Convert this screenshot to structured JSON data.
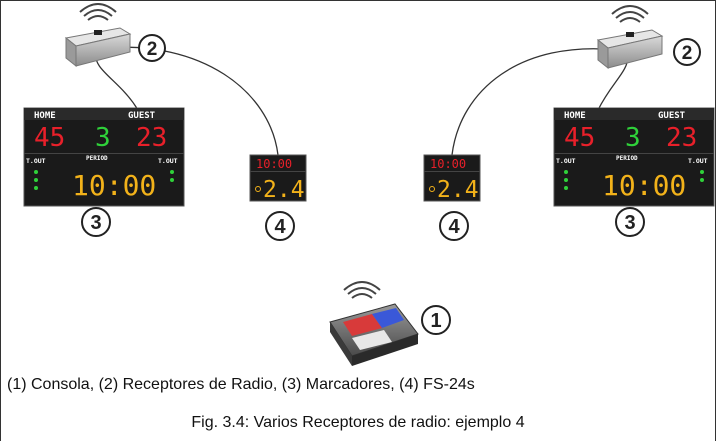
{
  "figure": {
    "legend_text": "(1) Consola, (2) Receptores de Radio, (3) Marcadores, (4) FS-24s",
    "caption": "Fig. 3.4: Varios Receptores de radio: ejemplo 4"
  },
  "callouts": {
    "console": "1",
    "receiver": "2",
    "scoreboard": "3",
    "fs24": "4"
  },
  "scoreboard": {
    "home_label": "HOME",
    "guest_label": "GUEST",
    "home_score": "45",
    "period": "3",
    "guest_score": "23",
    "period_label": "PERIOD",
    "tout_label": "T.OUT",
    "clock": "10:00"
  },
  "fs24": {
    "clock": "10:00",
    "shot_clock": "2.4"
  },
  "colors": {
    "score_red": "#e8202a",
    "period_green": "#2fd13a",
    "clock_amber": "#f2b21a",
    "board_bg": "#1a1a1a"
  },
  "icons": {
    "receiver": "radio-receiver-icon",
    "console": "console-icon",
    "wireless": "wireless-waves-icon"
  }
}
